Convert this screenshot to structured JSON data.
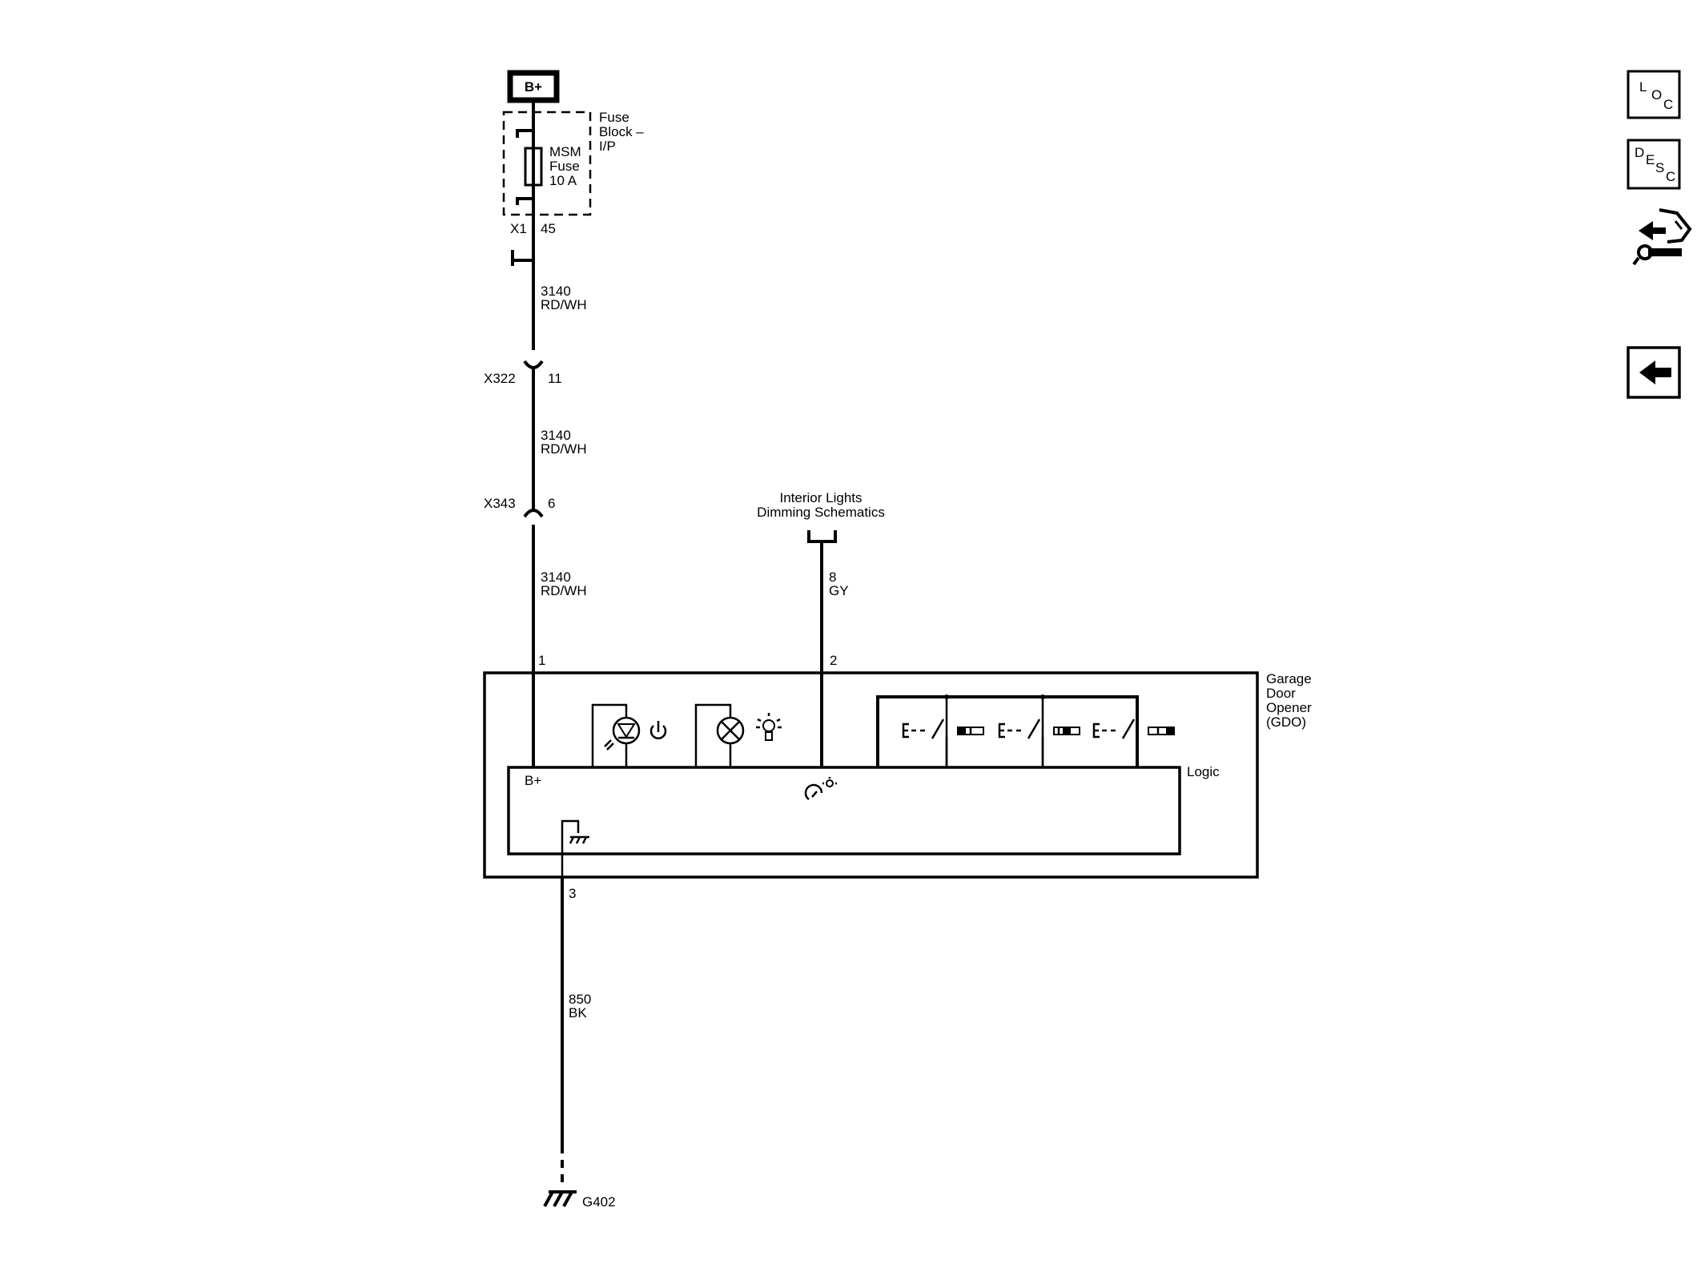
{
  "power": {
    "source_label": "B+"
  },
  "fuse_block": {
    "label_line1": "Fuse",
    "label_line2": "Block –",
    "label_line3": "I/P",
    "fuse_line1": "MSM",
    "fuse_line2": "Fuse",
    "fuse_line3": "10 A",
    "connector": "X1",
    "pin": "45"
  },
  "wires": {
    "w1": {
      "circuit": "3140",
      "color": "RD/WH"
    },
    "w2": {
      "circuit": "3140",
      "color": "RD/WH"
    },
    "w3": {
      "circuit": "3140",
      "color": "RD/WH"
    },
    "dim": {
      "circuit": "8",
      "color": "GY"
    },
    "ground": {
      "circuit": "850",
      "color": "BK"
    }
  },
  "connectors": {
    "c1": {
      "name": "X322",
      "pin": "11"
    },
    "c2": {
      "name": "X343",
      "pin": "6"
    }
  },
  "reference": {
    "line1": "Interior Lights",
    "line2": "Dimming Schematics"
  },
  "module": {
    "name_line1": "Garage",
    "name_line2": "Door",
    "name_line3": "Opener",
    "name_line4": "(GDO)",
    "logic_label": "Logic",
    "bplus_label": "B+",
    "pin_power": "1",
    "pin_dim": "2",
    "pin_ground": "3"
  },
  "ground": {
    "label": "G402"
  },
  "nav": {
    "loc": {
      "l1": "L",
      "l2": "O",
      "l3": "C"
    },
    "desc": {
      "l1": "D",
      "l2": "E",
      "l3": "S",
      "l4": "C"
    }
  },
  "icons": {
    "led": "led-icon",
    "power": "power-icon",
    "lamp": "lamp-icon",
    "bulb": "light-bulb-icon",
    "dimmer": "dimmer-icon",
    "ground": "ground-icon",
    "connector_icon": "connector-icon",
    "back": "back-arrow-icon",
    "connector_view": "connector-view-icon"
  }
}
